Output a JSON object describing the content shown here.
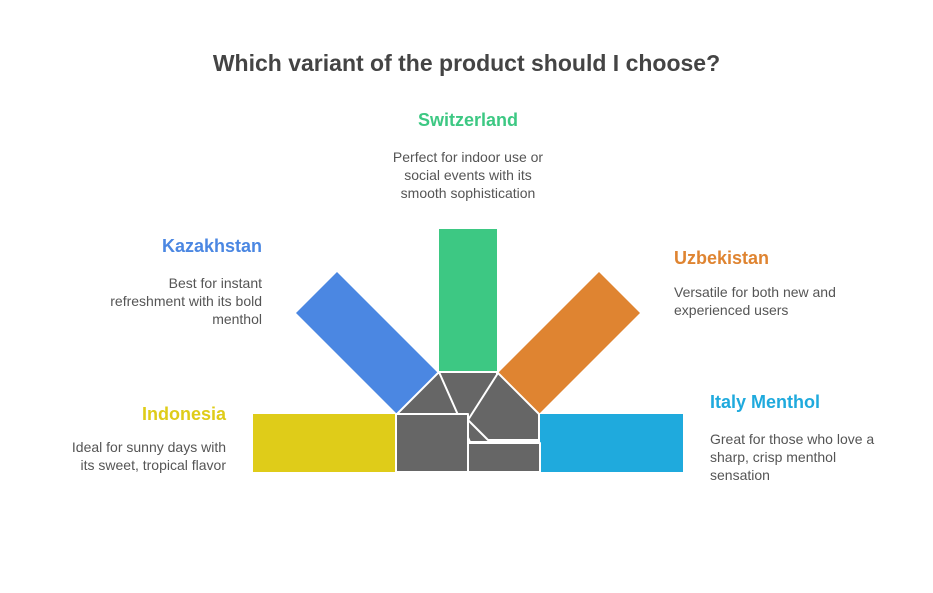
{
  "title": "Which variant of the product should I choose?",
  "colors": {
    "hub": "#666666",
    "switzerland": "#3DC883",
    "kazakhstan": "#4B87E2",
    "uzbekistan": "#DF8431",
    "indonesia": "#DFCC19",
    "italy": "#1FAADD"
  },
  "options": {
    "switzerland": {
      "name": "Switzerland",
      "description": [
        "Perfect for indoor use or",
        "social events with its",
        "smooth sophistication"
      ]
    },
    "kazakhstan": {
      "name": "Kazakhstan",
      "description": [
        "Best for instant",
        "refreshment with its bold",
        "menthol"
      ]
    },
    "uzbekistan": {
      "name": "Uzbekistan",
      "description": [
        "Versatile for both new and",
        "experienced users"
      ]
    },
    "indonesia": {
      "name": "Indonesia",
      "description": [
        "Ideal for sunny days with",
        "its sweet, tropical flavor"
      ]
    },
    "italy": {
      "name": "Italy Menthol",
      "description": [
        "Great for those who love a",
        "sharp, crisp menthol",
        "sensation"
      ]
    }
  }
}
